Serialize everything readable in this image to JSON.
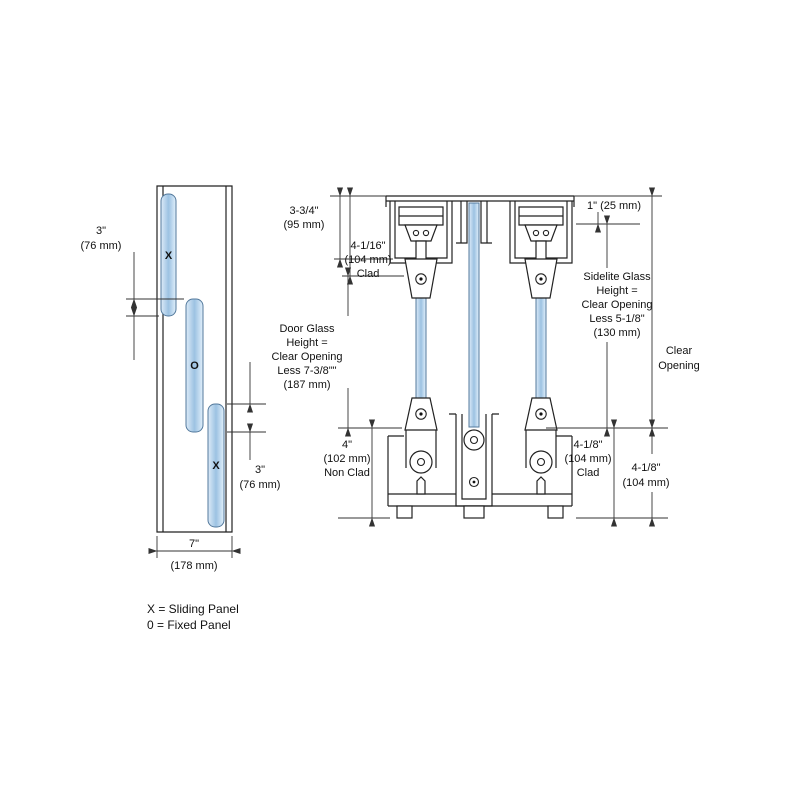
{
  "left_view": {
    "panels": {
      "top": "X",
      "middle": "O",
      "bottom": "X"
    },
    "dim_top_overlap": {
      "l1": "3\"",
      "l2": "(76 mm)"
    },
    "dim_bottom_overlap": {
      "l1": "3\"",
      "l2": "(76 mm)"
    },
    "dim_width": {
      "l1": "7\"",
      "l2": "(178 mm)"
    },
    "legend": {
      "l1": "X = Sliding Panel",
      "l2": "0 = Fixed Panel"
    }
  },
  "section_view": {
    "dim_head_height": {
      "l1": "3-3/4\"",
      "l2": "(95 mm)"
    },
    "dim_head_clad": {
      "l1": "4-1/16\"",
      "l2": "(104 mm)",
      "l3": "Clad"
    },
    "dim_top_cap": {
      "l1": "1\" (25 mm)"
    },
    "door_glass_note": {
      "l1": "Door Glass",
      "l2": "Height =",
      "l3": "Clear Opening",
      "l4": "Less 7-3/8\"\"",
      "l5": "(187 mm)"
    },
    "sidelite_glass_note": {
      "l1": "Sidelite Glass",
      "l2": "Height =",
      "l3": "Clear Opening",
      "l4": "Less 5-1/8\"",
      "l5": "(130 mm)"
    },
    "clear_opening": {
      "l1": "Clear",
      "l2": "Opening"
    },
    "dim_sill_nonclad": {
      "l1": "4\"",
      "l2": "(102 mm)",
      "l3": "Non Clad"
    },
    "dim_sill_clad": {
      "l1": "4-1/8\"",
      "l2": "(104 mm)",
      "l3": "Clad"
    },
    "dim_sill_overall": {
      "l1": "4-1/8\"",
      "l2": "(104 mm)"
    }
  },
  "colors": {
    "glass": "#a6c9e6",
    "line": "#222222",
    "dim": "#333333"
  }
}
